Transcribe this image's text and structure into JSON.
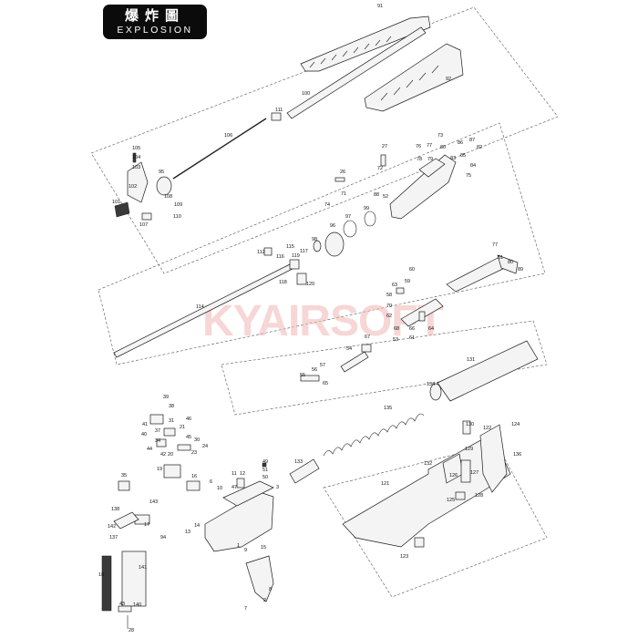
{
  "header": {
    "title_zh": "爆炸圖",
    "title_en": "EXPLOSION"
  },
  "watermark": "KYAIRSOFT",
  "callouts": {
    "c91": "91",
    "c92": "92",
    "c100": "100",
    "c111": "111",
    "c106": "106",
    "c105": "105",
    "c104": "104",
    "c103": "103",
    "c95": "95",
    "c102": "102",
    "c101": "101",
    "c108": "108",
    "c109": "109",
    "c110": "110",
    "c107": "107",
    "c27": "27",
    "c26": "26",
    "c72": "72",
    "c71": "71",
    "c74": "74",
    "c88": "88",
    "c52": "52",
    "c73": "73",
    "c76": "76",
    "c77": "77",
    "c80": "80",
    "c78": "78",
    "c79": "79",
    "c86": "86",
    "c87": "87",
    "c82": "82",
    "c83": "83",
    "c84": "84",
    "c85": "85",
    "c75": "75",
    "c99": "99",
    "c97": "97",
    "c96": "96",
    "c98": "98",
    "c112": "112",
    "c115": "115",
    "c116": "116",
    "c117": "117",
    "c118": "118",
    "c119": "119",
    "c120": "120",
    "c77b": "77",
    "c81": "81",
    "c80b": "80",
    "c89": "89",
    "c60": "60",
    "c63": "63",
    "c59": "59",
    "c58": "58",
    "c70": "70",
    "c62": "62",
    "c64": "64",
    "c68": "68",
    "c66": "66",
    "c61": "61",
    "c53": "53",
    "c114": "114",
    "c67": "67",
    "c54": "54",
    "c57": "57",
    "c56": "56",
    "c55": "55",
    "c65": "65",
    "c131": "131",
    "c134": "134",
    "c135": "135",
    "c130": "130",
    "c129": "129",
    "c122": "122",
    "c124": "124",
    "c136": "136",
    "c133": "133",
    "c132": "132",
    "c126": "126",
    "c127": "127",
    "c125": "125",
    "c128": "128",
    "c121": "121",
    "c123": "123",
    "c39": "39",
    "c38": "38",
    "c41": "41",
    "c46": "46",
    "c40": "40",
    "c31": "31",
    "c37": "37",
    "c21": "21",
    "c34": "34",
    "c42": "42",
    "c45": "45",
    "c30": "30",
    "c24": "24",
    "c44": "44",
    "c20": "20",
    "c23": "23",
    "c35": "35",
    "c19": "19",
    "c10": "10",
    "c16": "16",
    "c6": "6",
    "c11": "11",
    "c12": "12",
    "c49": "49",
    "c51": "51",
    "c50": "50",
    "c47": "47",
    "c3": "3",
    "c138": "138",
    "c143": "143",
    "c142": "142",
    "c17": "17",
    "c137": "137",
    "c94": "94",
    "c13": "13",
    "c14": "14",
    "c1": "1",
    "c9": "9",
    "c15": "15",
    "c8": "8",
    "c2": "2",
    "c7": "7",
    "c18": "18",
    "c141": "141",
    "c43": "43",
    "c140": "140",
    "c28": "28"
  }
}
